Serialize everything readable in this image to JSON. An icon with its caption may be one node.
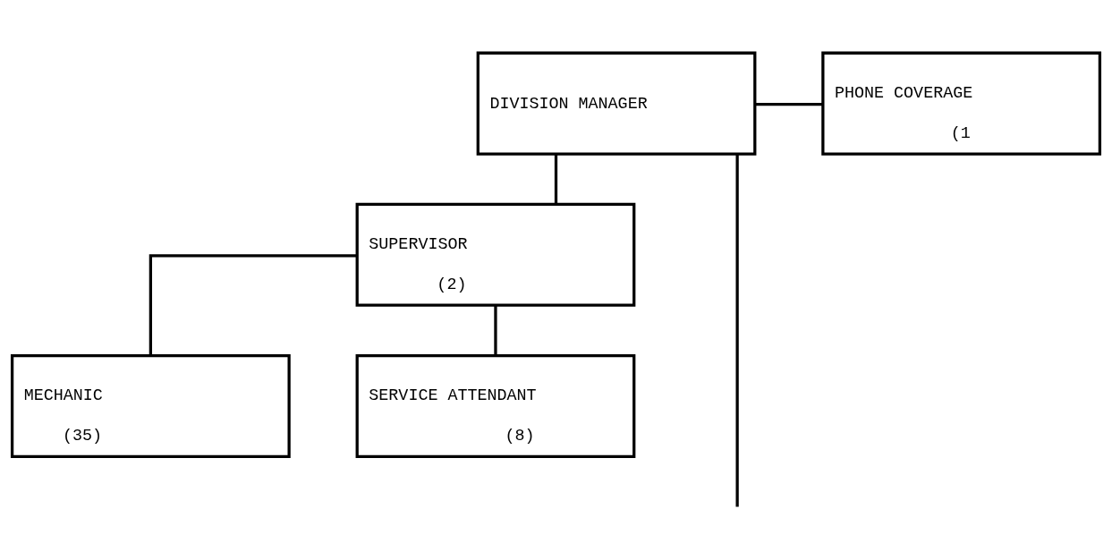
{
  "diagram": {
    "nodes": [
      {
        "text": [
          "DIVISION MANAGER"
        ]
      },
      {
        "text": [
          "PHONE COVERAGE",
          "(1"
        ]
      },
      {
        "text": [
          "SUPERVISOR",
          "(2)"
        ]
      },
      {
        "text": [
          "MECHANIC",
          "(35)"
        ]
      },
      {
        "text": [
          "SERVICE ATTENDANT",
          "(8)"
        ]
      }
    ],
    "edges": [
      {
        "from": 0,
        "to": 1,
        "arrow": "none"
      },
      {
        "from": 0,
        "to": 2,
        "arrow": "none"
      },
      {
        "from": 2,
        "to": 3,
        "arrow": "none"
      },
      {
        "from": 2,
        "to": 4,
        "arrow": "none"
      },
      {
        "from": 0,
        "to": null,
        "arrow": "none"
      }
    ]
  }
}
